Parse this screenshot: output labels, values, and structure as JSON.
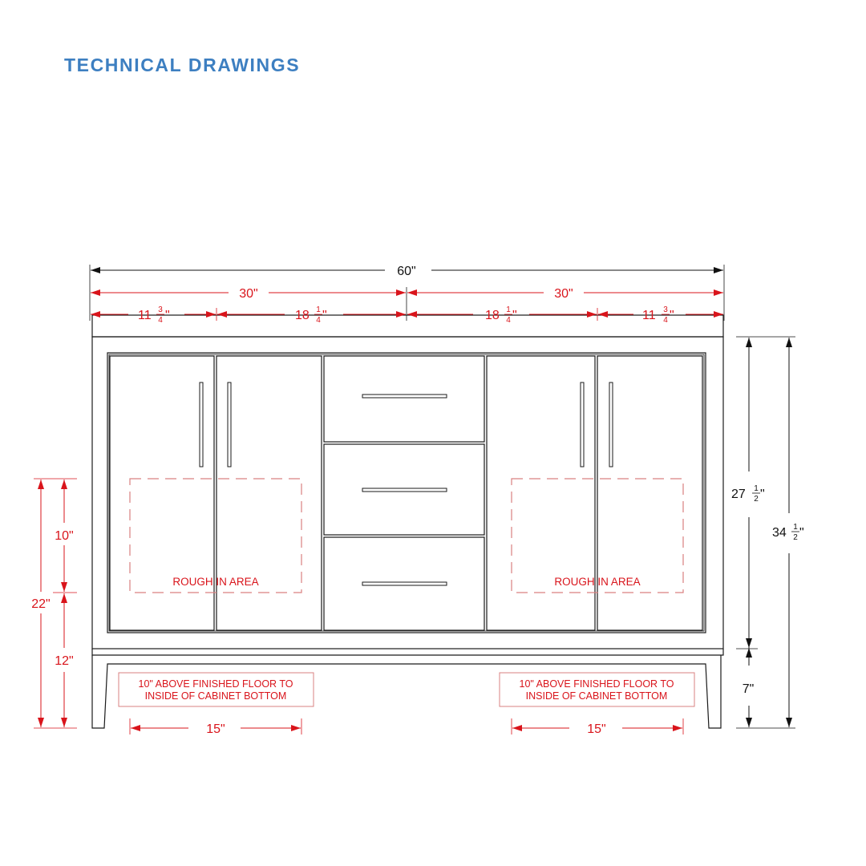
{
  "page": {
    "title": "TECHNICAL DRAWINGS"
  },
  "colors": {
    "title": "#3d7fc1",
    "dimension_red": "#d9141b",
    "line": "#1a1a1a",
    "dash": "#d98080"
  },
  "dimensions": {
    "overall_width": "60\"",
    "half_left": "30\"",
    "half_right": "30\"",
    "seg1": {
      "whole": "11",
      "num": "3",
      "den": "4"
    },
    "seg2": {
      "whole": "18",
      "num": "1",
      "den": "4"
    },
    "seg3": {
      "whole": "18",
      "num": "1",
      "den": "4"
    },
    "seg4": {
      "whole": "11",
      "num": "3",
      "den": "4"
    },
    "body_height": {
      "whole": "27",
      "num": "1",
      "den": "2"
    },
    "total_height": {
      "whole": "34",
      "num": "1",
      "den": "2"
    },
    "leg_height": "7\"",
    "rough_in_height": "10\"",
    "rough_in_top": "22\"",
    "floor_to_area": "12\"",
    "rough_in_width_left": "15\"",
    "rough_in_width_right": "15\""
  },
  "labels": {
    "rough_in_left": "ROUGH IN AREA",
    "rough_in_right": "ROUGH IN AREA",
    "note_left": [
      "10\" ABOVE FINISHED FLOOR TO",
      "INSIDE OF CABINET BOTTOM"
    ],
    "note_right": [
      "10\" ABOVE FINISHED FLOOR TO",
      "INSIDE OF CABINET BOTTOM"
    ]
  }
}
